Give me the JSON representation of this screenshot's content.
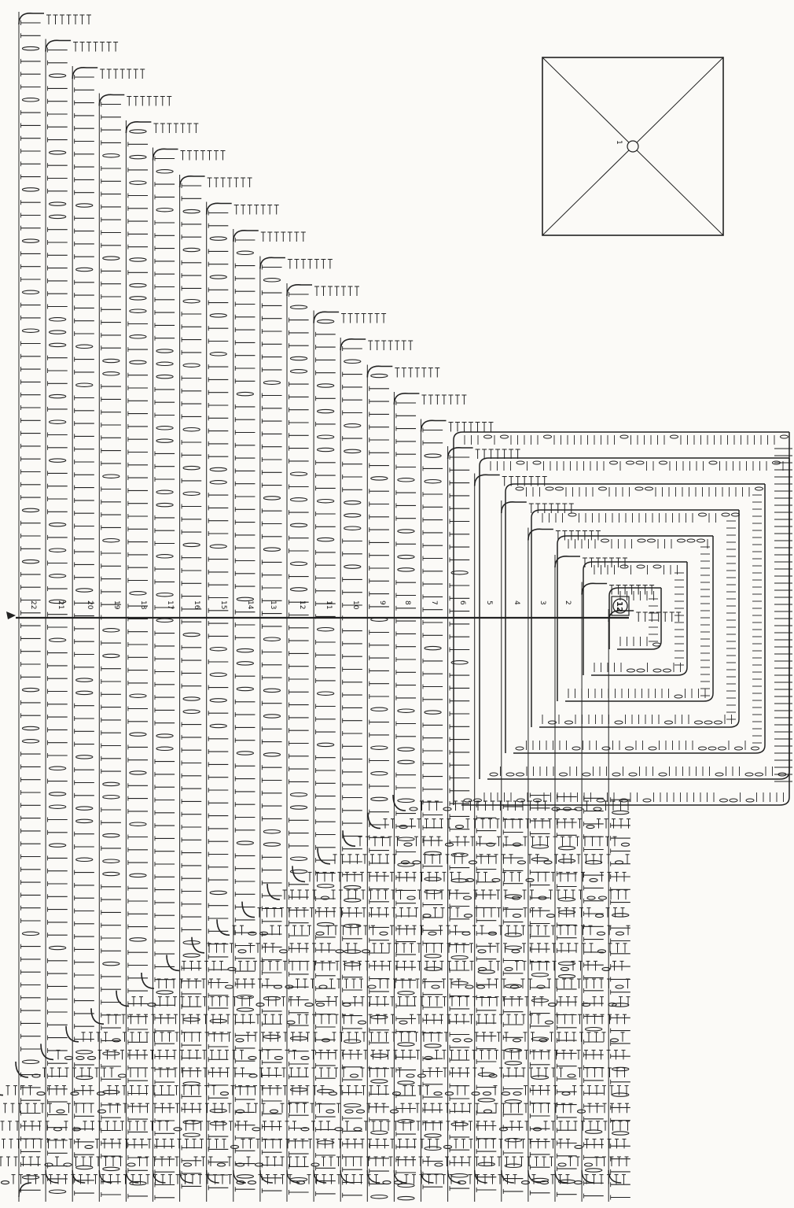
{
  "diagram": {
    "type": "crochet-chart",
    "ink_color": "#222222",
    "paper_color": "#fbfaf7",
    "row_labels": [
      "22",
      "21",
      "20",
      "19",
      "18",
      "17",
      "16",
      "15",
      "14",
      "13",
      "12",
      "11",
      "10",
      "9",
      "8",
      "7",
      "6",
      "5",
      "4",
      "3",
      "2"
    ],
    "center_label": "12",
    "inset_label": "1",
    "stitch_symbols": [
      "chain-loop",
      "double-crochet",
      "treble-crochet",
      "slip-stitch"
    ]
  }
}
